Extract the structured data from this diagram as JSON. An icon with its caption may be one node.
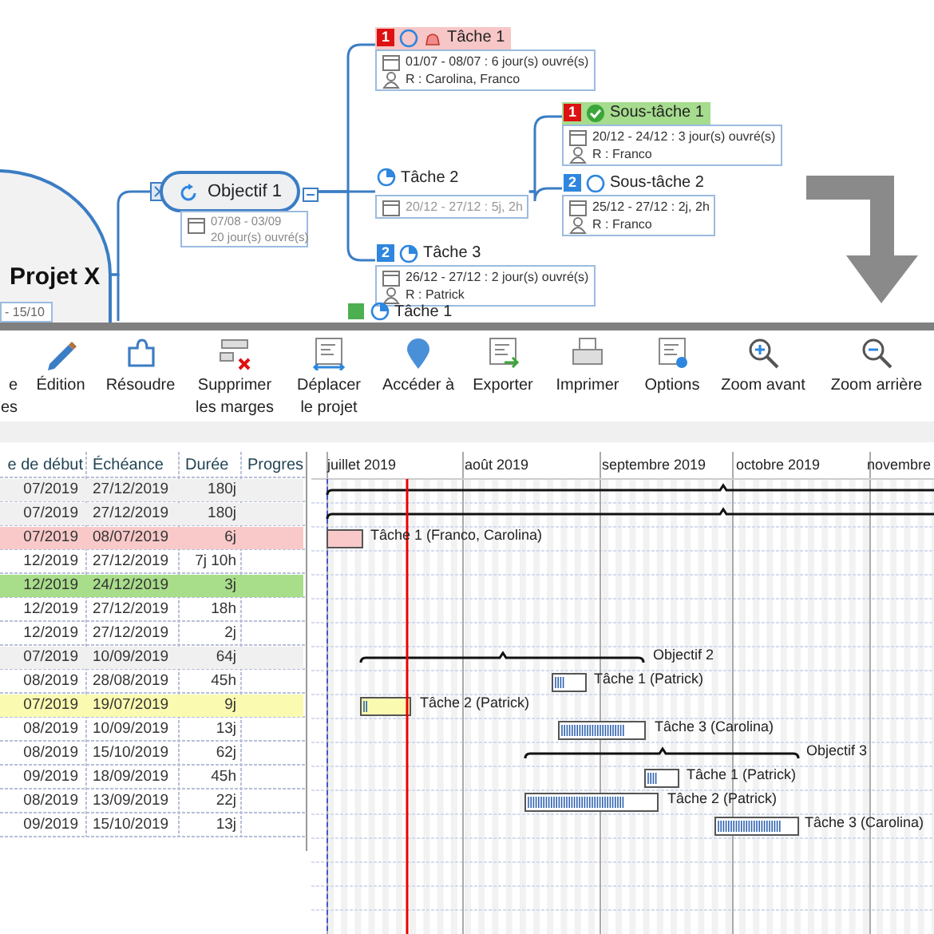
{
  "diagram": {
    "nodes": [
      {
        "text": [
          "Projet X",
          "- 15/10"
        ]
      },
      {
        "text": [
          "Objectif 1",
          "07/08 - 03/09",
          "20 jour(s) ouvré(s)"
        ]
      },
      {
        "text": [
          "1",
          "Tâche 1",
          "01/07 - 08/07 : 6 jour(s) ouvré(s)",
          "R : Carolina, Franco"
        ]
      },
      {
        "text": [
          "Tâche 2",
          "20/12 - 27/12 : 5j, 2h"
        ]
      },
      {
        "text": [
          "2",
          "Tâche 3",
          "26/12 - 27/12 : 2 jour(s) ouvré(s)",
          "R : Patrick"
        ]
      },
      {
        "text": [
          "1",
          "Sous-tâche 1",
          "20/12 - 24/12 : 3 jour(s) ouvré(s)",
          "R : Franco"
        ]
      },
      {
        "text": [
          "2",
          "Sous-tâche 2",
          "25/12 - 27/12 : 2j, 2h",
          "R : Franco"
        ]
      },
      {
        "text": [
          "Tâche 1"
        ]
      }
    ],
    "edges": [
      {
        "from": 0,
        "to": 1,
        "arrow": "none"
      },
      {
        "from": 0,
        "to": null,
        "arrow": "none"
      },
      {
        "from": 1,
        "to": 2,
        "arrow": "none"
      },
      {
        "from": 1,
        "to": 3,
        "arrow": "none"
      },
      {
        "from": 1,
        "to": 4,
        "arrow": "none"
      },
      {
        "from": 3,
        "to": 5,
        "arrow": "none"
      },
      {
        "from": 3,
        "to": 6,
        "arrow": "none"
      }
    ],
    "labels": [
      "e es",
      "Édition",
      "Résoudre",
      "Supprimer les marges",
      "Déplacer le projet",
      "Accéder à",
      "Exporter",
      "Imprimer",
      "Options",
      "Zoom avant",
      "Zoom arrière",
      "e de début",
      "Échéance",
      "Durée",
      "Progres",
      "07/2019",
      "27/12/2019",
      "180j",
      "07/2019",
      "27/12/2019",
      "180j",
      "07/2019",
      "08/07/2019",
      "6j",
      "12/2019",
      "27/12/2019",
      "7j 10h",
      "12/2019",
      "24/12/2019",
      "3j",
      "12/2019",
      "27/12/2019",
      "18h",
      "12/2019",
      "27/12/2019",
      "2j",
      "07/2019",
      "10/09/2019",
      "64j",
      "08/2019",
      "28/08/2019",
      "45h",
      "07/2019",
      "19/07/2019",
      "9j",
      "08/2019",
      "10/09/2019",
      "13j",
      "08/2019",
      "15/10/2019",
      "62j",
      "09/2019",
      "18/09/2019",
      "45h",
      "08/2019",
      "13/09/2019",
      "22j",
      "09/2019",
      "15/10/2019",
      "13j",
      "juillet 2019",
      "août 2019",
      "septembre 2019",
      "octobre 2019",
      "novembre",
      "Tâche 1 (Franco, Carolina)",
      "Objectif 2",
      "Tâche 1 (Patrick)",
      "Tâche 2 (Patrick)",
      "Tâche 3 (Carolina)",
      "Objectif 3",
      "Tâche 1 (Patrick)",
      "Tâche 2 (Patrick)",
      "Tâche 3 (Carolina)"
    ]
  }
}
